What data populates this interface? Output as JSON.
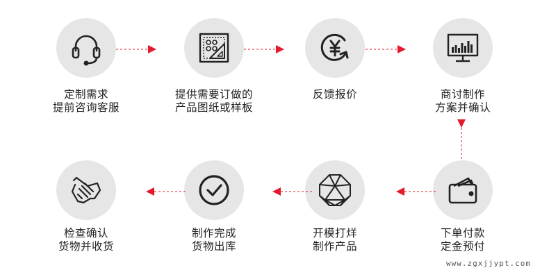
{
  "steps": [
    {
      "id": "custom-demand",
      "line1": "定制需求",
      "line2": "提前咨询客服",
      "icon": "headset-icon"
    },
    {
      "id": "provide-sample",
      "line1": "提供需要订做的",
      "line2": "产品图纸或样板",
      "icon": "blueprint-icon"
    },
    {
      "id": "quote",
      "line1": "反馈报价",
      "line2": "",
      "icon": "yuan-refresh-icon"
    },
    {
      "id": "confirm-plan",
      "line1": "商讨制作",
      "line2": "方案并确认",
      "icon": "monitor-chart-icon"
    },
    {
      "id": "deposit",
      "line1": "下单付款",
      "line2": "定金预付",
      "icon": "wallet-icon"
    },
    {
      "id": "mold",
      "line1": "开模打烊",
      "line2": "制作产品",
      "icon": "gem-icon"
    },
    {
      "id": "complete",
      "line1": "制作完成",
      "line2": "货物出库",
      "icon": "check-circle-icon"
    },
    {
      "id": "receive",
      "line1": "检查确认",
      "line2": "货物并收货",
      "icon": "handshake-icon"
    }
  ],
  "colors": {
    "circle": "#e6e6e6",
    "arrow": "#e5182c",
    "icon": "#222222",
    "text": "#222222"
  },
  "watermark": "www.zgxjjypt.com"
}
